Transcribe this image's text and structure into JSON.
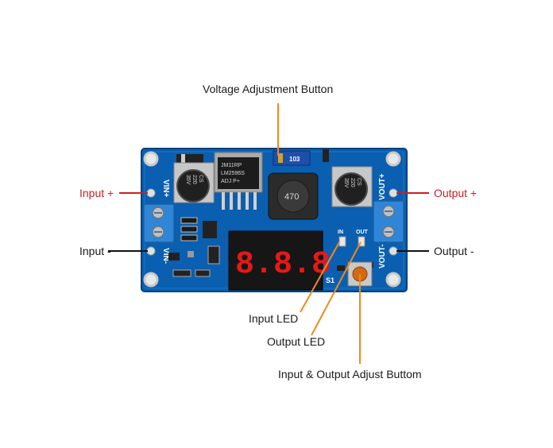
{
  "labels": {
    "voltage_adjust": "Voltage Adjustment Button",
    "input_plus": "Input +",
    "input_minus": "Input -",
    "output_plus": "Output +",
    "output_minus": "Output -",
    "input_led": "Input LED",
    "output_led": "Output LED",
    "io_adjust": "Input & Output Adjust Buttom"
  },
  "board": {
    "silk_vin_plus": "VIN+",
    "silk_vin_minus": "VIN-",
    "silk_vout_plus": "VOUT+",
    "silk_vout_minus": "VOUT-",
    "silk_in": "IN",
    "silk_out": "OUT",
    "silk_s1": "S1",
    "pot_text": "103",
    "chip_line1": "JM11RP",
    "chip_line2": "LM2596S",
    "chip_line3": "ADJ  P+",
    "inductor": "470",
    "cap_line1": "CS",
    "cap_line2": "220",
    "cap_line3": "35V",
    "display": "8.8.8"
  },
  "colors": {
    "pcb": "#0a5fb0",
    "accent_line": "#f08a1c",
    "label_red": "#cc1f1f",
    "display_red": "#e81818"
  }
}
